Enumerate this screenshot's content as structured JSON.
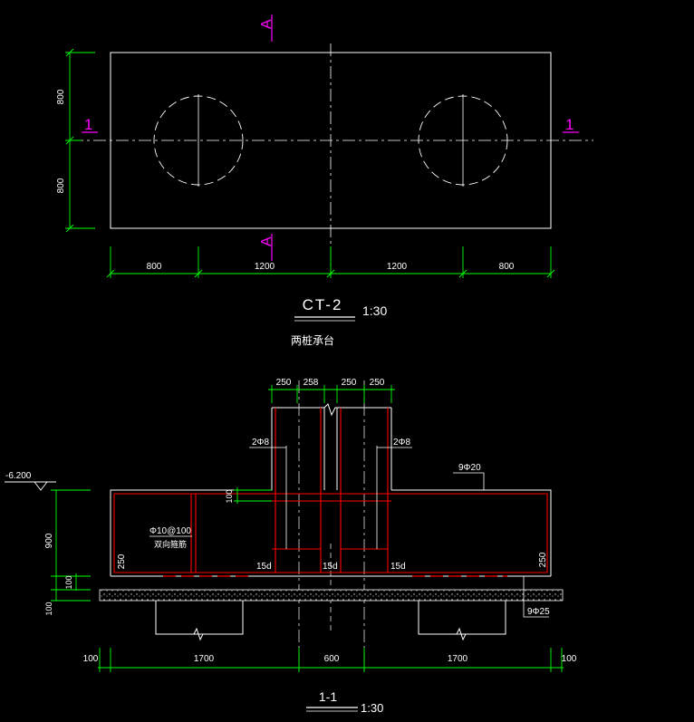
{
  "colors": {
    "background": "#000000",
    "outline": "#ffffff",
    "dimension": "#00ff00",
    "section_mark": "#ff00ff",
    "rebar": "#ff0000"
  },
  "plan": {
    "section_mark_a": "A",
    "section_mark_1": "1",
    "dim_vertical_top": "800",
    "dim_vertical_bottom": "800",
    "dim_h_1": "800",
    "dim_h_2": "1200",
    "dim_h_3": "1200",
    "dim_h_4": "800",
    "title": "CT-2",
    "scale": "1:30",
    "subtitle": "两桩承台"
  },
  "section": {
    "top_dims": [
      "250",
      "258",
      "250",
      "250"
    ],
    "elevation": "-6.200",
    "left_dim_total": "900",
    "left_dim_cover": "100",
    "left_dim_bottom": "100",
    "left_rebar": "2Φ8",
    "right_rebar": "2Φ8",
    "top_bar": "9Φ20",
    "side_dim": "100",
    "stirrup": "Φ10@100",
    "stirrup_note": "双向箍筋",
    "hook_left": "250",
    "hook_right": "250",
    "anchor_1": "15d",
    "anchor_2": "15d",
    "anchor_3": "15d",
    "bottom_bar": "9Φ25",
    "bottom_dims": [
      "100",
      "1700",
      "600",
      "1700",
      "100"
    ],
    "title": "1-1",
    "scale": "1:30"
  }
}
